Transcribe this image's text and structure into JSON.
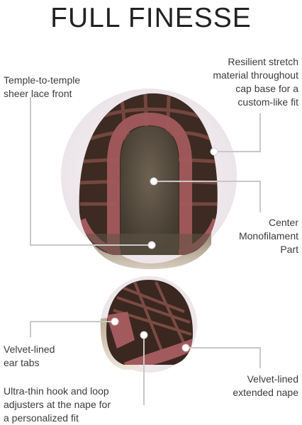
{
  "title": "FULL FINESSE",
  "labels": {
    "temple_lace": [
      "Temple-to-temple",
      "sheer lace front"
    ],
    "stretch_material": [
      "Resilient stretch",
      "material throughout",
      "cap base for a",
      "custom-like fit"
    ],
    "mono_part": [
      "Center",
      "Monofilament",
      "Part"
    ],
    "ear_tabs": [
      "Velvet-lined",
      "ear tabs"
    ],
    "hook_loop": [
      "Ultra-thin hook and loop",
      "adjusters at the nape for",
      "a personalized fit"
    ],
    "extended_nape": [
      "Velvet-lined",
      "extended nape"
    ]
  },
  "colors": {
    "callout_line": "#c8c8c8",
    "callout_dot": "#ffffff",
    "halo": "#f1ecef",
    "velvet": "#a25a5c",
    "weft": "#3f2a22",
    "mono_mesh": "#5a4d3f"
  }
}
